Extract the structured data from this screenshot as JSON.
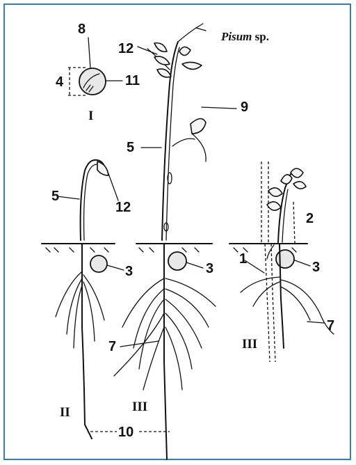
{
  "title": {
    "genus": "Pisum",
    "suffix": " sp."
  },
  "stages": {
    "i": "I",
    "ii": "II",
    "iii_a": "III",
    "iii_b": "III"
  },
  "labels": {
    "n1": "1",
    "n2": "2",
    "n3a": "3",
    "n3b": "3",
    "n3c": "3",
    "n4": "4",
    "n5a": "5",
    "n5b": "5",
    "n7a": "7",
    "n7b": "7",
    "n8": "8",
    "n9": "9",
    "n10": "10",
    "n11": "11",
    "n12a": "12",
    "n12b": "12"
  },
  "colors": {
    "frame": "#2f7fc1",
    "ink": "#111111"
  }
}
